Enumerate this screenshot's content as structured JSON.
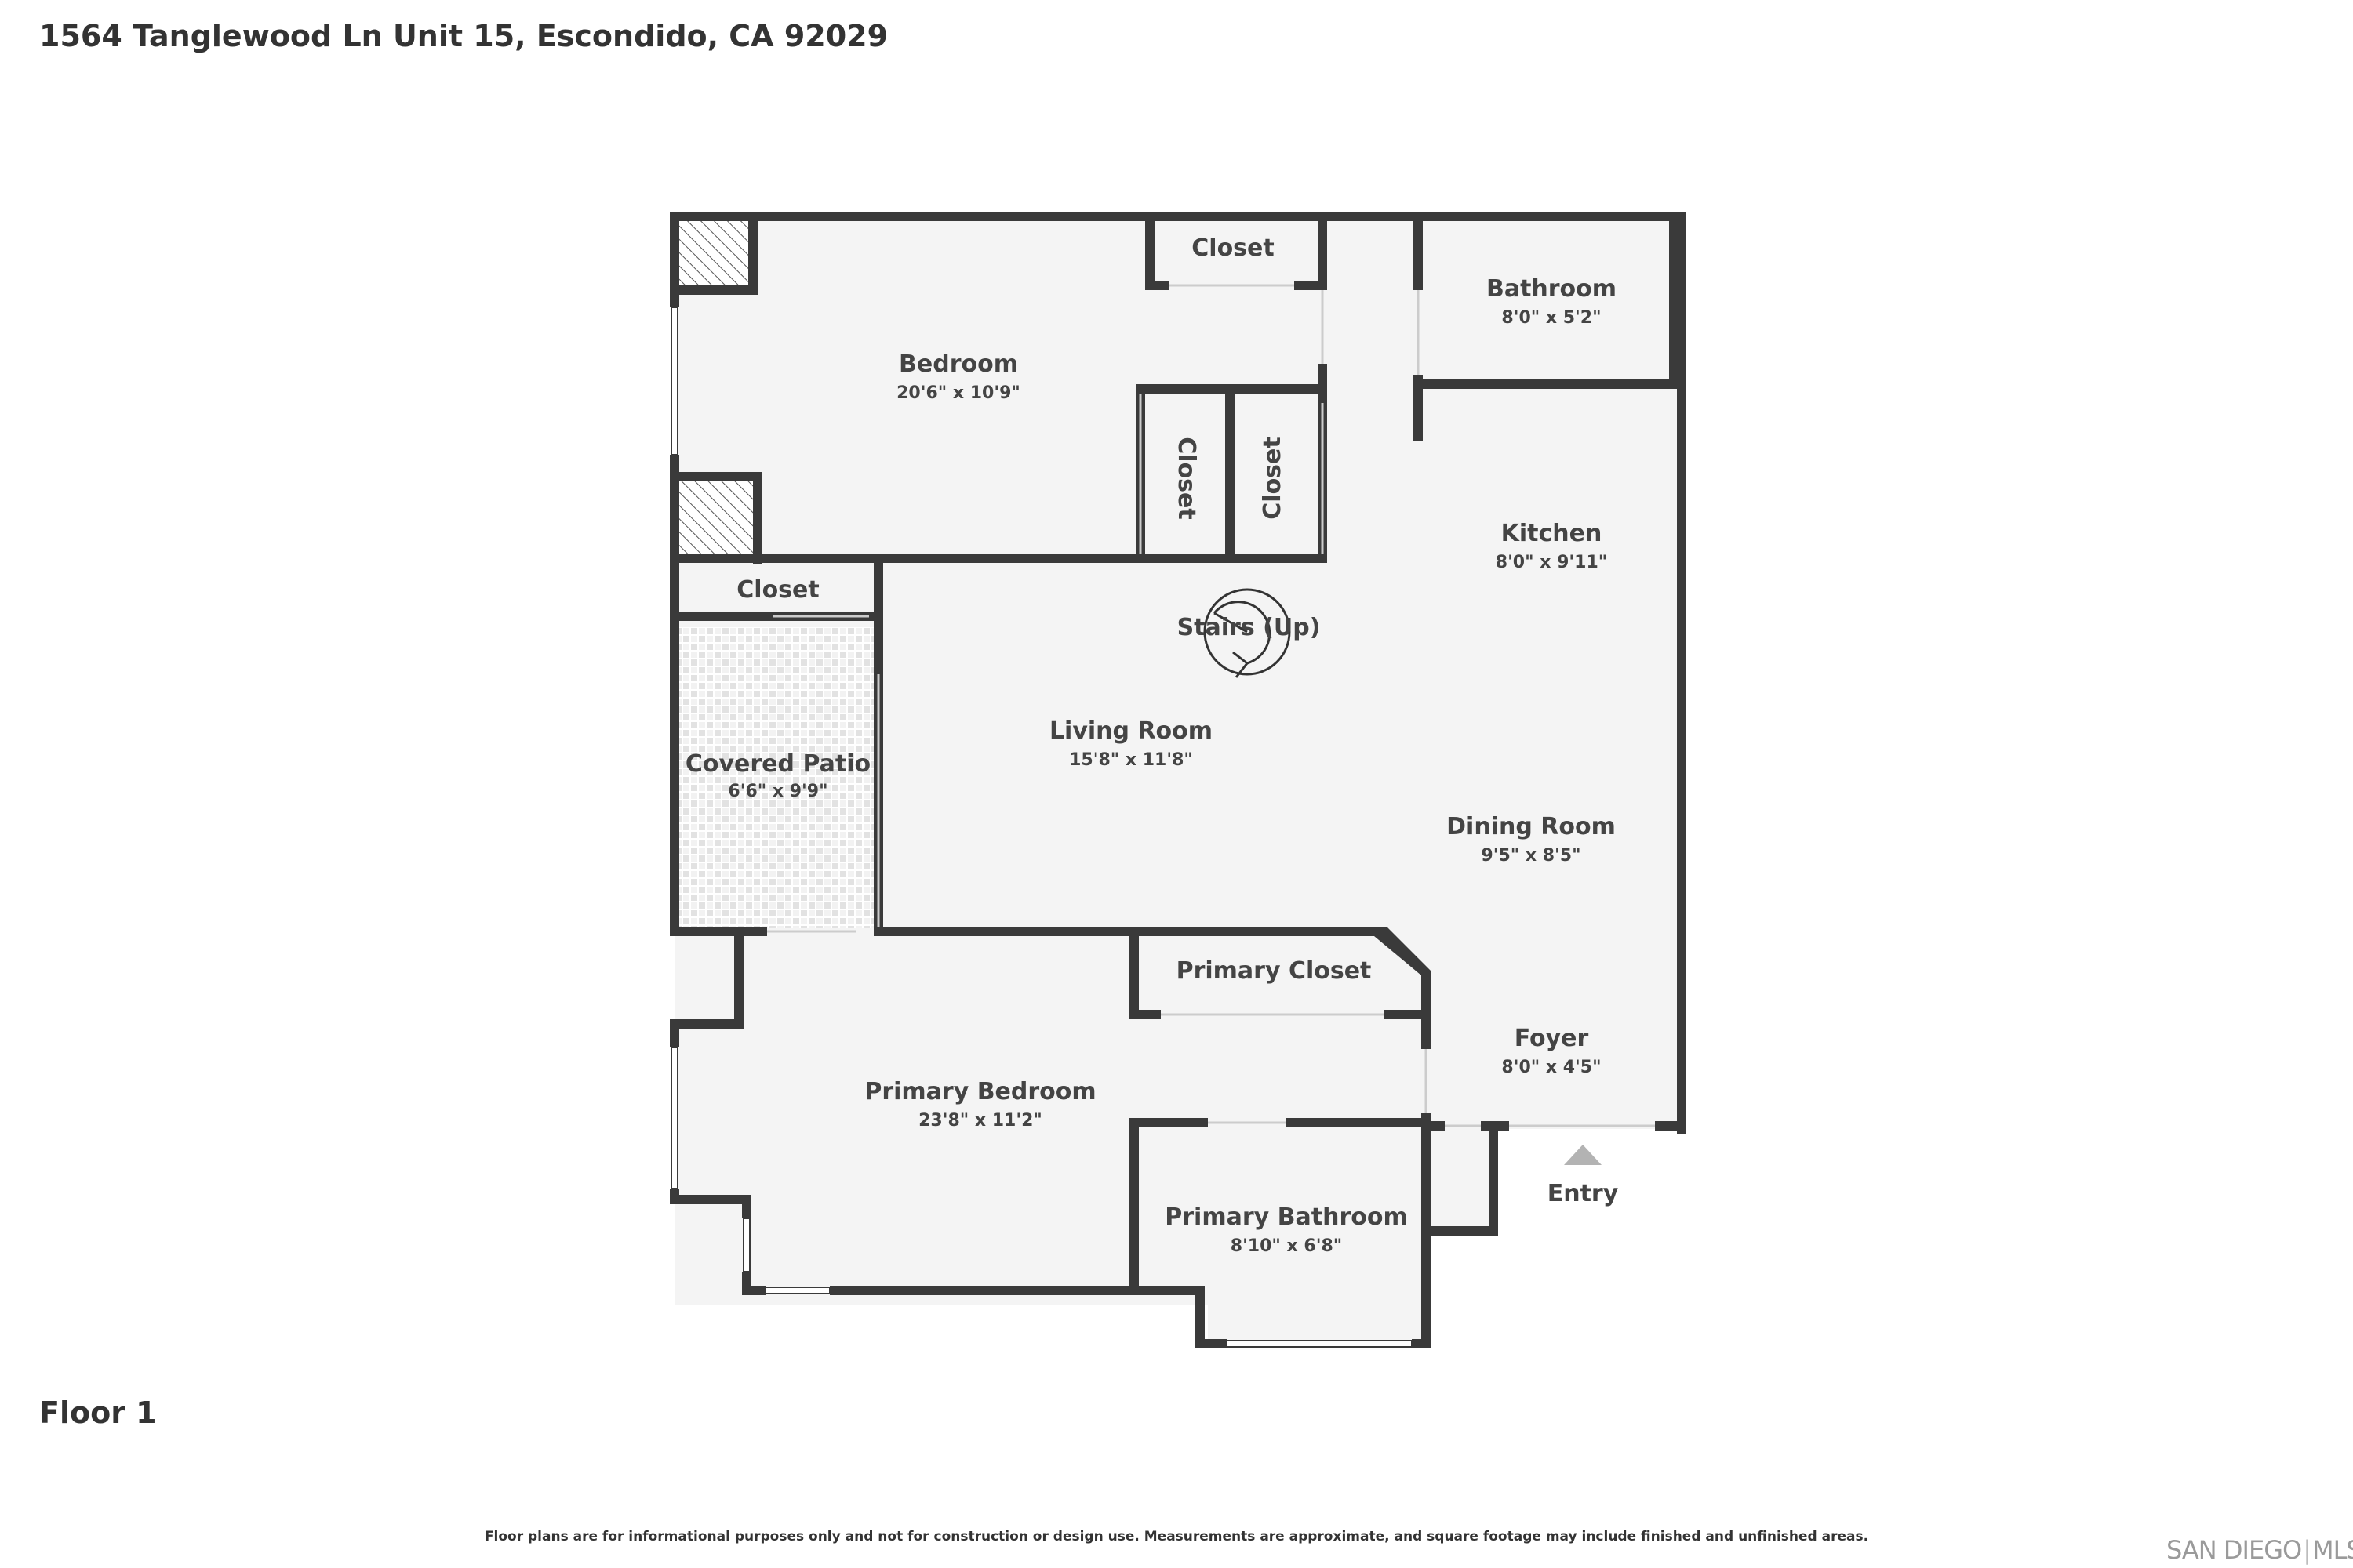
{
  "header": {
    "address": "1564 Tanglewood Ln Unit 15, Escondido, CA 92029"
  },
  "floor": {
    "name": "Floor 1"
  },
  "rooms": {
    "bedroom": {
      "name": "Bedroom",
      "dims": "20'6\" x 10'9\""
    },
    "closet_top": {
      "name": "Closet"
    },
    "closet_vert_1": {
      "name": "Closet"
    },
    "closet_vert_2": {
      "name": "Closet"
    },
    "closet_left": {
      "name": "Closet"
    },
    "bathroom": {
      "name": "Bathroom",
      "dims": "8'0\" x 5'2\""
    },
    "kitchen": {
      "name": "Kitchen",
      "dims": "8'0\" x 9'11\""
    },
    "stairs": {
      "name": "Stairs (Up)"
    },
    "living_room": {
      "name": "Living Room",
      "dims": "15'8\" x 11'8\""
    },
    "covered_patio": {
      "name": "Covered Patio",
      "dims": "6'6\" x 9'9\""
    },
    "dining_room": {
      "name": "Dining Room",
      "dims": "9'5\" x 8'5\""
    },
    "primary_closet": {
      "name": "Primary Closet"
    },
    "foyer": {
      "name": "Foyer",
      "dims": "8'0\" x 4'5\""
    },
    "primary_bedroom": {
      "name": "Primary Bedroom",
      "dims": "23'8\" x 11'2\""
    },
    "primary_bathroom": {
      "name": "Primary Bathroom",
      "dims": "8'10\" x 6'8\""
    }
  },
  "entry": {
    "label": "Entry"
  },
  "footer": {
    "disclaimer": "Floor plans are for informational purposes only and not for construction or design use. Measurements are approximate, and square footage may include finished and unfinished areas.",
    "logo_left": "SAN DIEGO",
    "logo_sep": "|",
    "logo_right": "MLS"
  },
  "colors": {
    "wall": "#3a3a3a",
    "floor": "#f4f4f4",
    "window": "#ffffff",
    "marker": "#b3b3b3"
  }
}
